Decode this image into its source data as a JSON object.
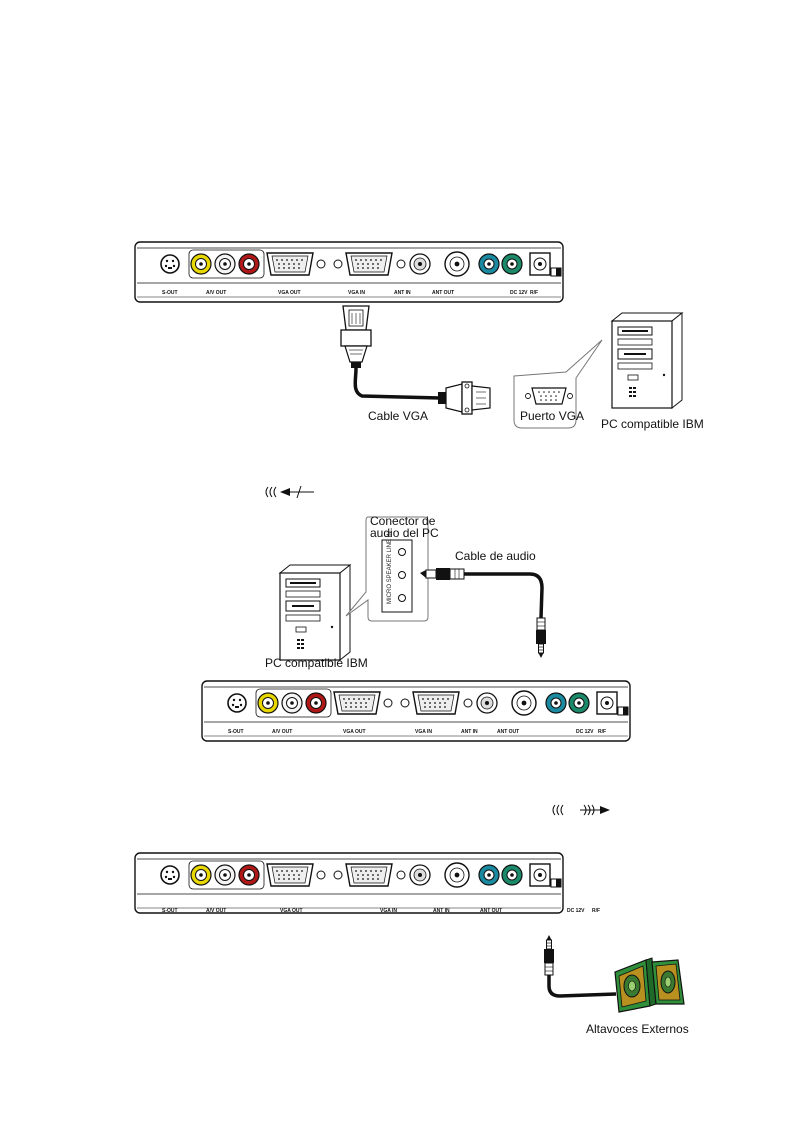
{
  "port_labels": [
    "S-OUT",
    "A/V OUT",
    "VGA OUT",
    "VGA IN",
    "ANT IN",
    "ANT OUT",
    "",
    "DC 12V",
    "R/F"
  ],
  "diagram1": {
    "cable_label": "Cable VGA",
    "port_label": "Puerto VGA",
    "pc_label": "PC compatible IBM"
  },
  "diagram2": {
    "connector_label_line1": "Conector de",
    "connector_label_line2": "audio del PC",
    "jack_label": "MICRO SPEAKER LINE IN",
    "cable_label": "Cable de audio",
    "pc_label": "PC compatible IBM"
  },
  "diagram3": {
    "speakers_label": "Altavoces Externos"
  },
  "colors": {
    "yellow_rca": "#e8d800",
    "white_rca": "#f4f4f4",
    "red_rca": "#b01818",
    "green_port": "#1a8a6a",
    "teal_port": "#1a8aa0",
    "speaker_green": "#2f8f3a",
    "speaker_gold": "#b89020"
  }
}
